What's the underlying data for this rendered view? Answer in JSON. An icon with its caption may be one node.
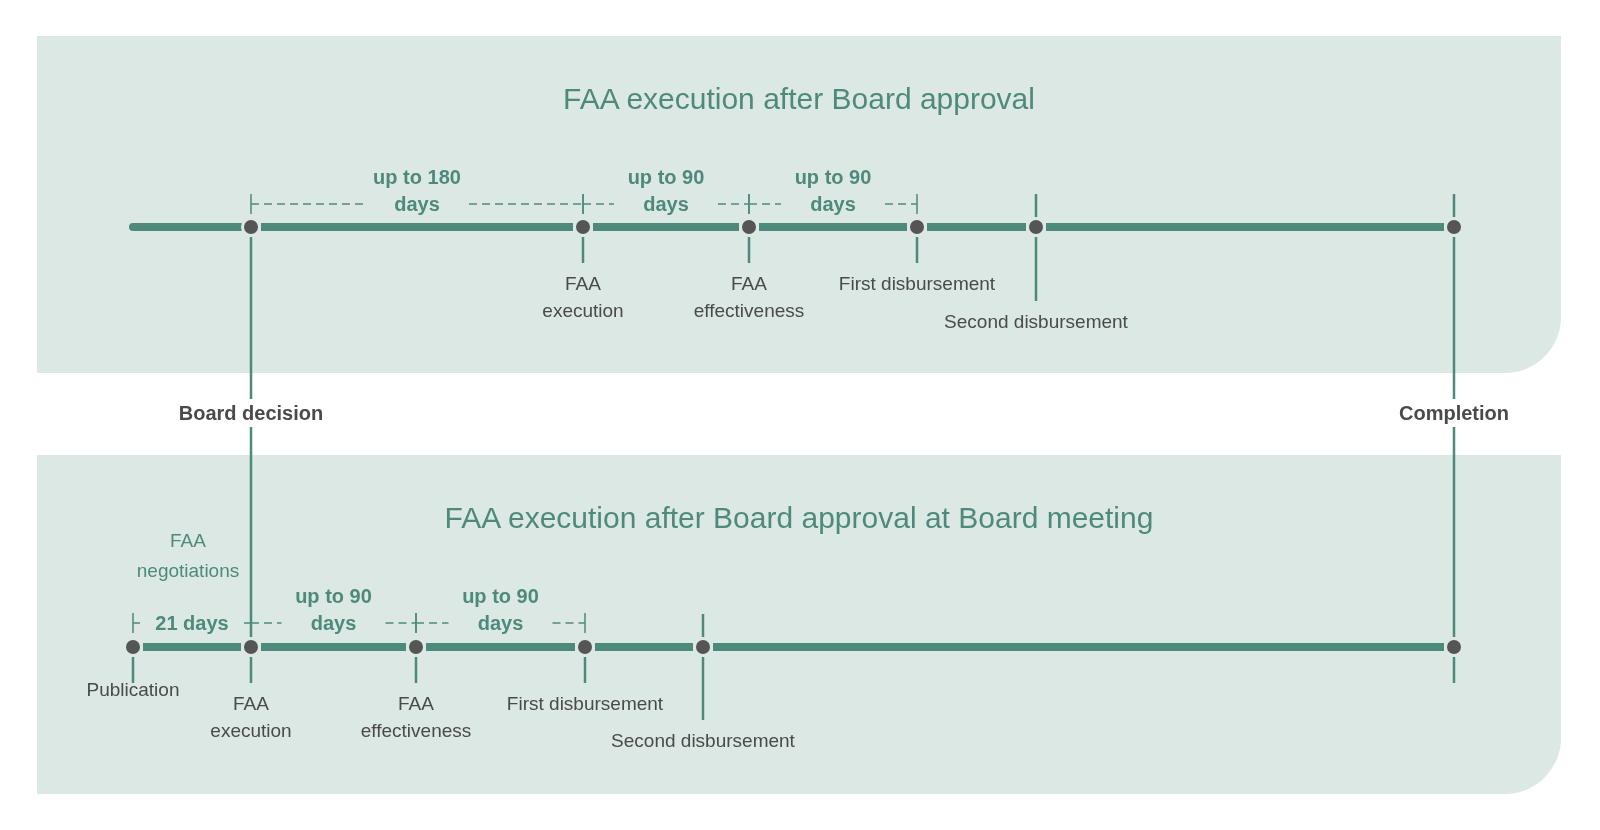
{
  "diagram": {
    "nodes": [
      {
        "text": [
          "FAA execution after Board approval"
        ]
      },
      {
        "text": [],
        "shape": "circle",
        "in": 0
      },
      {
        "text": [],
        "shape": "circle",
        "in": 0,
        "beside": [
          "FAA execution"
        ]
      },
      {
        "text": [],
        "shape": "circle",
        "in": 0,
        "beside": [
          "FAA effectiveness"
        ]
      },
      {
        "text": [],
        "shape": "circle",
        "in": 0,
        "beside": [
          "First disbursement"
        ]
      },
      {
        "text": [],
        "shape": "circle",
        "in": 0
      },
      {
        "text": [],
        "shape": "circle",
        "in": 0
      },
      {
        "text": [
          "Board decision"
        ]
      },
      {
        "text": [
          "Completion"
        ]
      },
      {
        "text": [
          "FAA execution after Board approval at Board meeting"
        ]
      },
      {
        "text": [],
        "shape": "circle",
        "in": 9,
        "beside": [
          "Publication"
        ]
      },
      {
        "text": [],
        "shape": "circle",
        "in": 9,
        "beside": [
          "FAA execution"
        ]
      },
      {
        "text": [],
        "shape": "circle",
        "in": 9,
        "beside": [
          "FAA effectiveness"
        ]
      },
      {
        "text": [],
        "shape": "circle",
        "in": 9,
        "beside": [
          "First disbursement"
        ]
      },
      {
        "text": [],
        "shape": "circle",
        "in": 9
      },
      {
        "text": [],
        "shape": "circle",
        "in": 9
      }
    ],
    "edges": [
      {
        "from": null,
        "to": 1,
        "arrow": "none"
      },
      {
        "from": 1,
        "to": 2,
        "arrow": "none"
      },
      {
        "from": 2,
        "to": 3,
        "arrow": "none"
      },
      {
        "from": 3,
        "to": 4,
        "arrow": "none"
      },
      {
        "from": 4,
        "to": 5,
        "arrow": "none"
      },
      {
        "from": 5,
        "to": 6,
        "arrow": "none"
      },
      {
        "from": 10,
        "to": 11,
        "arrow": "none"
      },
      {
        "from": 11,
        "to": 12,
        "arrow": "none"
      },
      {
        "from": 12,
        "to": 13,
        "arrow": "none"
      },
      {
        "from": 13,
        "to": 14,
        "arrow": "none"
      },
      {
        "from": 14,
        "to": 15,
        "arrow": "none"
      },
      {
        "from": 7,
        "to": 1,
        "arrow": "none"
      },
      {
        "from": 7,
        "to": 11,
        "arrow": "none"
      },
      {
        "from": 8,
        "to": 6,
        "arrow": "none"
      },
      {
        "from": 8,
        "to": 15,
        "arrow": "none"
      }
    ],
    "labels": [
      "up to 180 days",
      "up to 90 days",
      "up to 90 days",
      "Second disbursement",
      "FAA negotiations",
      "21 days",
      "up to 90 days",
      "up to 90 days",
      "Second disbursement"
    ]
  }
}
